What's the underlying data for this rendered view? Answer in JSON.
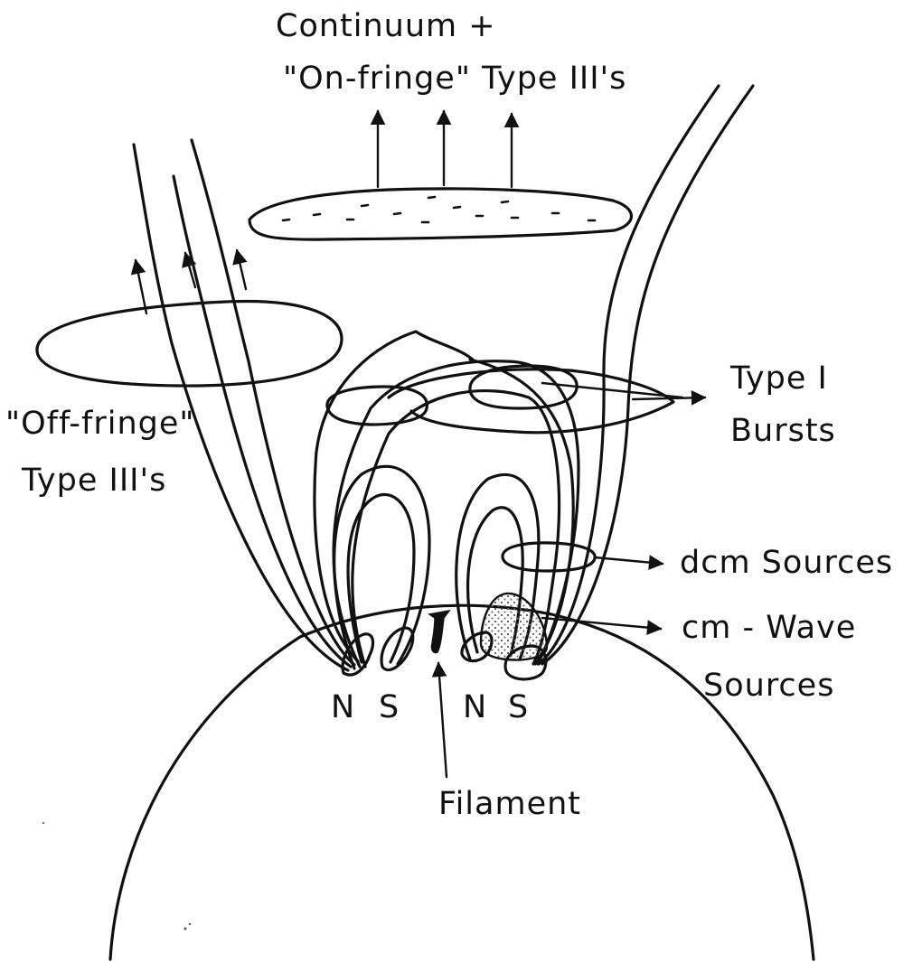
{
  "labels": {
    "continuum_line1": "Continuum +",
    "continuum_line2": "\"On-fringe\" Type III's",
    "off_fringe_line1": "\"Off-fringe\"",
    "off_fringe_line2": "Type III's",
    "type1_line1": "Type I",
    "type1_line2": "Bursts",
    "dcm_sources": "dcm Sources",
    "cm_wave_line1": "cm - Wave",
    "cm_wave_line2": "Sources",
    "polarity_n1": "N",
    "polarity_s1": "S",
    "polarity_n2": "N",
    "polarity_s2": "S",
    "filament": "Filament"
  },
  "colors": {
    "ink": "#111111",
    "background": "#ffffff",
    "stipple": "#bdbdbd"
  }
}
